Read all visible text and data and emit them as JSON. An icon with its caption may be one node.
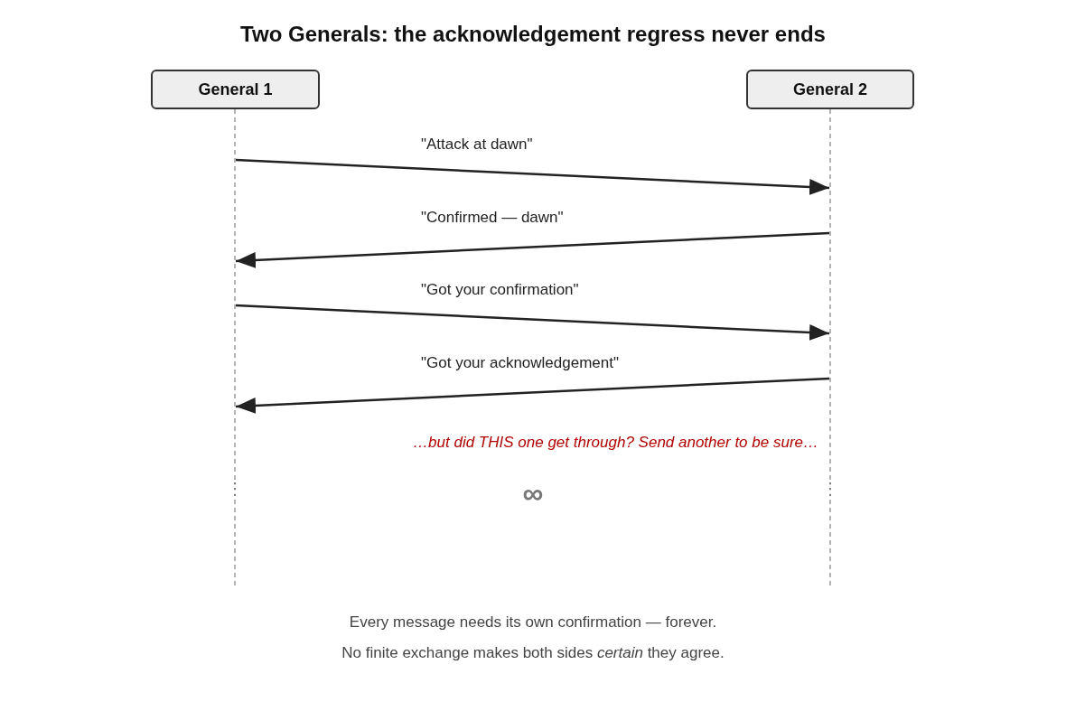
{
  "diagram": {
    "title": "Two Generals: the acknowledgement regress never ends",
    "nodes": [
      {
        "text": [
          "General 1"
        ]
      },
      {
        "text": [
          "General 2"
        ]
      },
      {
        "text": [],
        "shape": "line"
      },
      {
        "text": [],
        "shape": "line"
      }
    ],
    "edges": [
      {
        "from": 2,
        "to": 3,
        "arrow": "to",
        "label": "\"Attack at dawn\""
      },
      {
        "from": 3,
        "to": 2,
        "arrow": "to",
        "label": "\"Confirmed — dawn\""
      },
      {
        "from": 2,
        "to": 3,
        "arrow": "to",
        "label": "\"Got your confirmation\""
      },
      {
        "from": 3,
        "to": 2,
        "arrow": "to",
        "label": "\"Got your acknowledgement\""
      }
    ],
    "labels": [
      "…but did THIS one get through? Send another to be sure…",
      "⋮",
      "∞",
      "⋮",
      "Every message needs its own confirmation — forever.",
      "No finite exchange makes both sides *certain* they agree."
    ]
  }
}
